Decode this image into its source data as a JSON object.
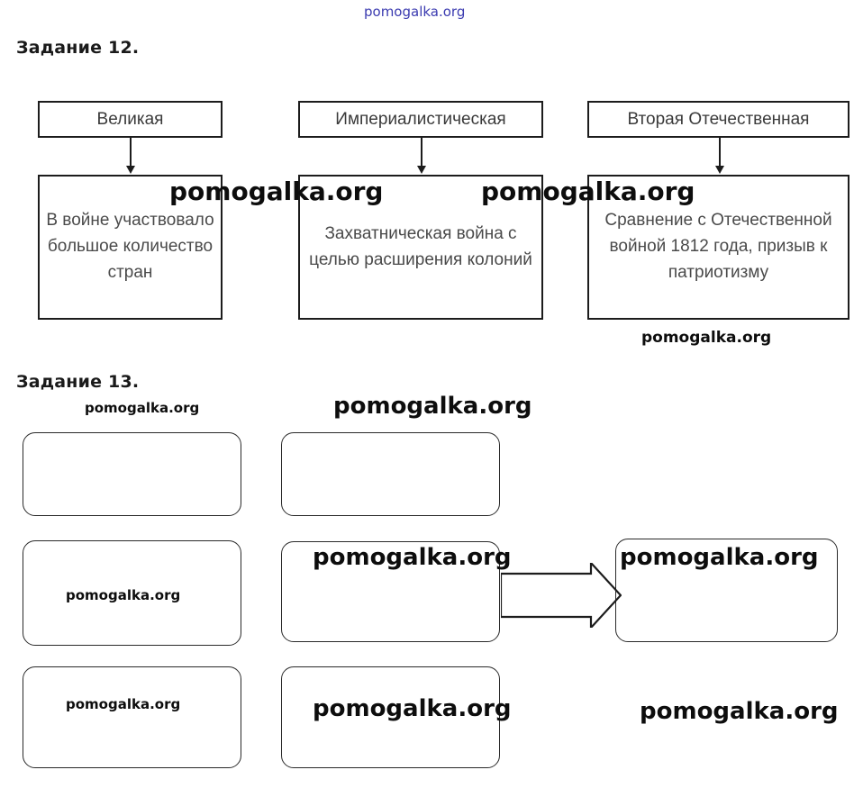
{
  "document": {
    "watermark_text": "pomogalka.org",
    "watermark_color_top": "#3b3bb0",
    "watermark_color_body": "#0d0d0d",
    "page_background": "#ffffff",
    "line_color": "#1c1c1c",
    "text_color": "#3f3f3f"
  },
  "task12": {
    "title": "Задание 12.",
    "labels": [
      {
        "text": "Великая"
      },
      {
        "text": "Империалистическая"
      },
      {
        "text": "Вторая Отечественная"
      }
    ],
    "details": [
      {
        "text": "В войне участвовало большое количество стран"
      },
      {
        "text": "Захватническая война с целью расширения колоний"
      },
      {
        "text": "Сравнение с Отечественной войной 1812 года, призыв к патриотизму"
      }
    ]
  },
  "task13": {
    "title": "Задание 13.",
    "boxes": [
      {
        "id": "r1c1",
        "text": ""
      },
      {
        "id": "r1c2",
        "text": ""
      },
      {
        "id": "r2c1",
        "text": ""
      },
      {
        "id": "r2c2",
        "text": ""
      },
      {
        "id": "r2c3",
        "text": ""
      },
      {
        "id": "r3c1",
        "text": ""
      },
      {
        "id": "r3c2",
        "text": ""
      }
    ]
  },
  "watermarks": [
    {
      "id": "w-top",
      "text": "pomogalka.org"
    },
    {
      "id": "w-b1",
      "text": "pomogalka.org"
    },
    {
      "id": "w-b2",
      "text": "pomogalka.org"
    },
    {
      "id": "w-b3",
      "text": "pomogalka.org"
    },
    {
      "id": "w-t13-a",
      "text": "pomogalka.org"
    },
    {
      "id": "w-t13-b",
      "text": "pomogalka.org"
    },
    {
      "id": "w-t13-c",
      "text": "pomogalka.org"
    },
    {
      "id": "w-t13-d",
      "text": "pomogalka.org"
    },
    {
      "id": "w-t13-e",
      "text": "pomogalka.org"
    },
    {
      "id": "w-t13-f",
      "text": "pomogalka.org"
    },
    {
      "id": "w-t13-g",
      "text": "pomogalka.org"
    },
    {
      "id": "w-t13-h",
      "text": "pomogalka.org"
    }
  ]
}
